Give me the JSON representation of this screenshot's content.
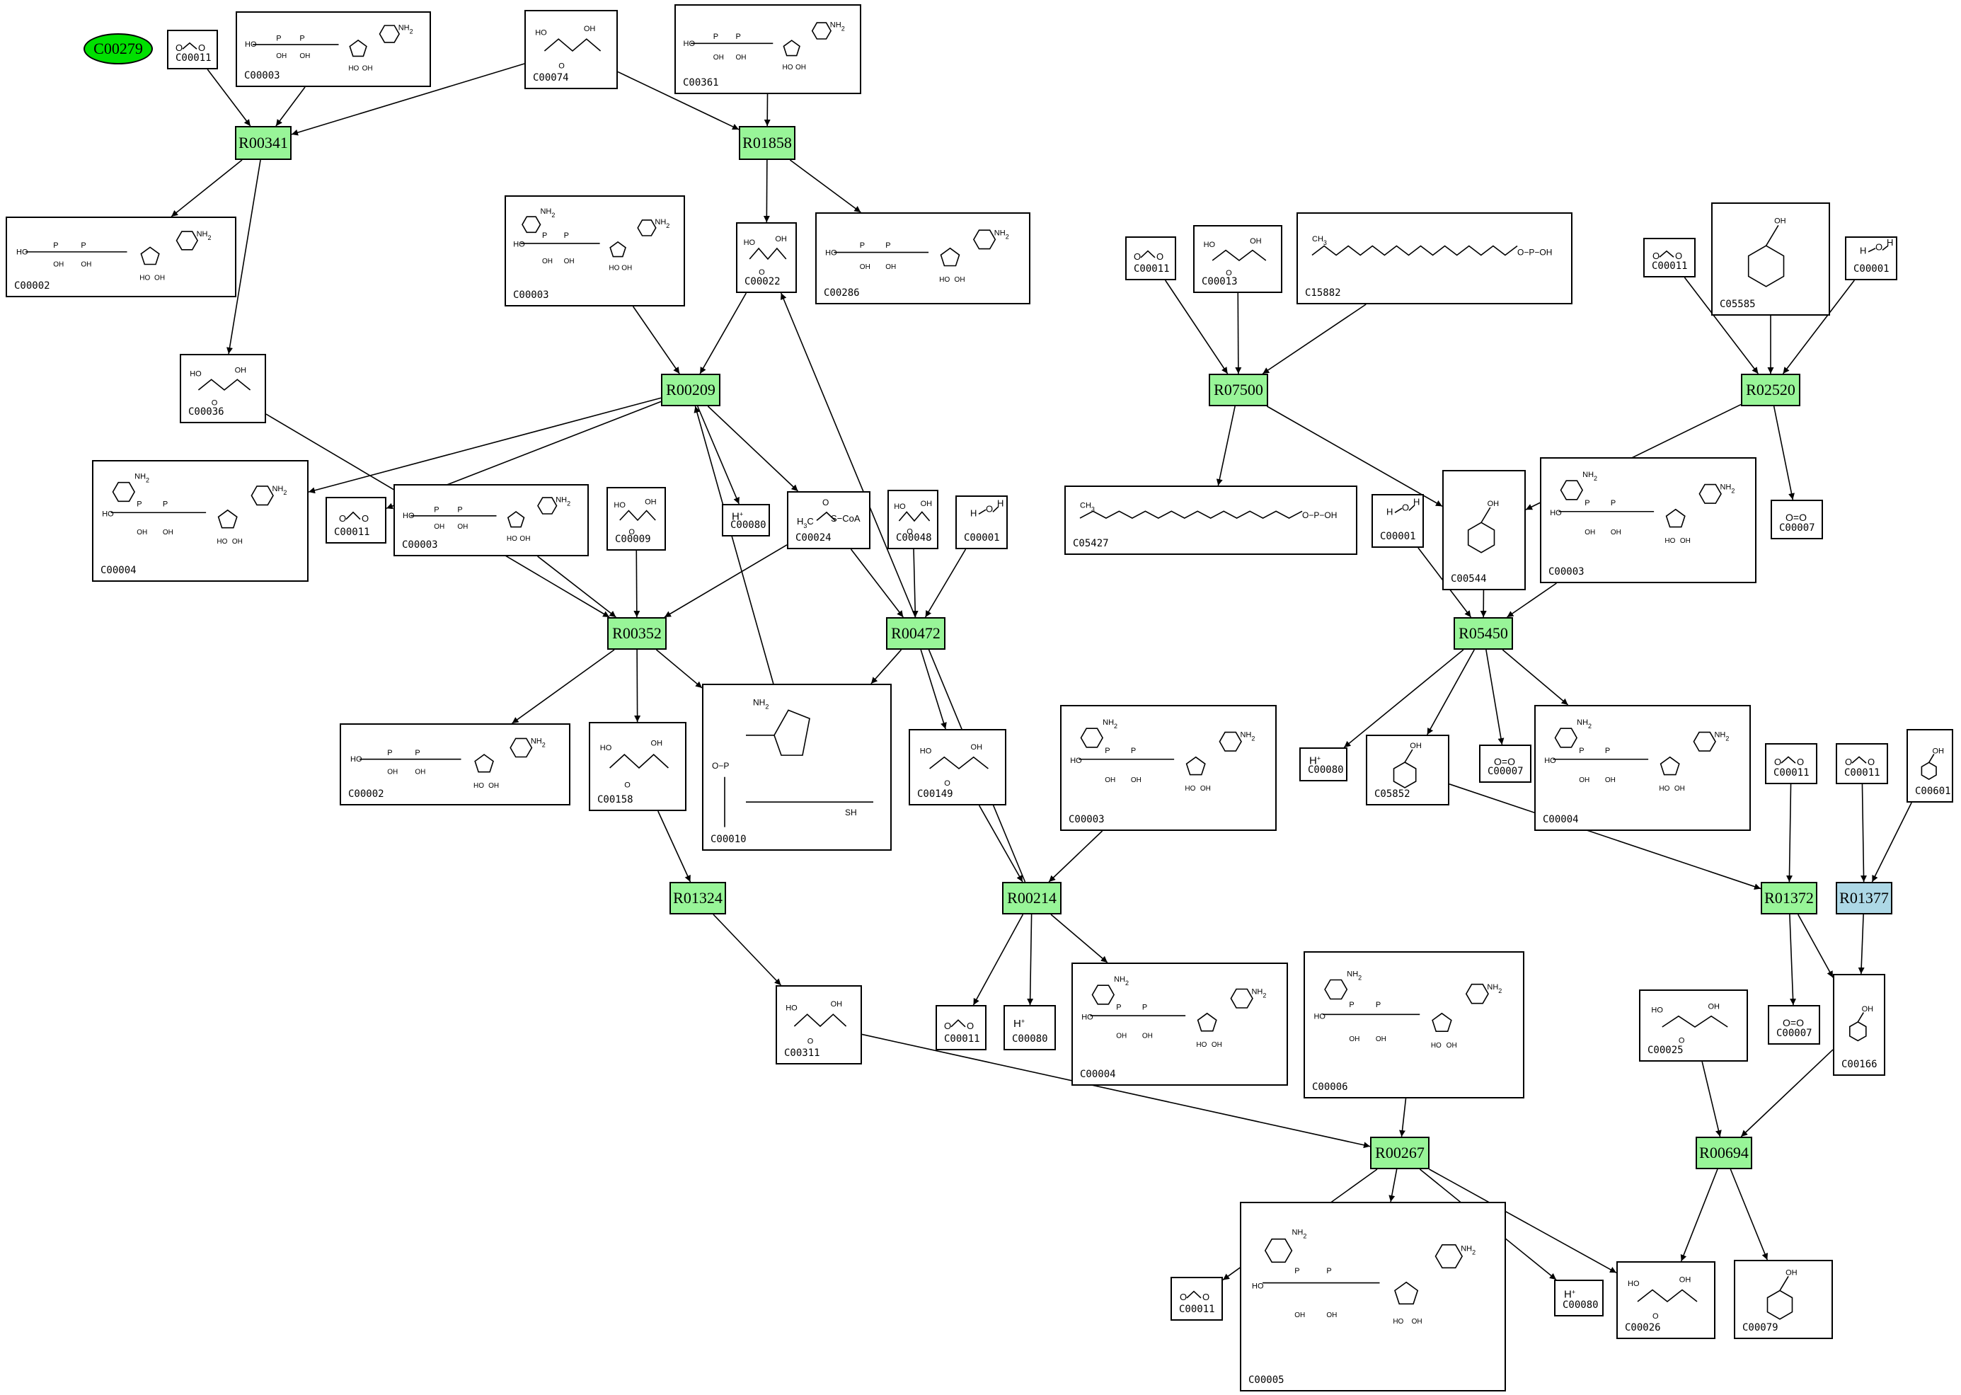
{
  "colors": {
    "reaction": "#98f598",
    "reaction_alt": "#add8e6",
    "highlight": "#00e000",
    "stroke": "#000000"
  },
  "highlight_node": {
    "id": "C00279"
  },
  "reactions": [
    {
      "id": "R00341",
      "alt": false
    },
    {
      "id": "R01858",
      "alt": false
    },
    {
      "id": "R00209",
      "alt": false
    },
    {
      "id": "R00352",
      "alt": false
    },
    {
      "id": "R00472",
      "alt": false
    },
    {
      "id": "R01324",
      "alt": false
    },
    {
      "id": "R00214",
      "alt": false
    },
    {
      "id": "R00267",
      "alt": false
    },
    {
      "id": "R07500",
      "alt": false
    },
    {
      "id": "R02520",
      "alt": false
    },
    {
      "id": "R05450",
      "alt": false
    },
    {
      "id": "R01372",
      "alt": false
    },
    {
      "id": "R01377",
      "alt": true
    },
    {
      "id": "R00694",
      "alt": false
    }
  ],
  "compounds": [
    {
      "key": "c1",
      "id": "C00011",
      "mol": "co2"
    },
    {
      "key": "c2",
      "id": "C00003",
      "mol": "nuc"
    },
    {
      "key": "c3",
      "id": "C00074",
      "mol": "small"
    },
    {
      "key": "c4",
      "id": "C00361",
      "mol": "nuc"
    },
    {
      "key": "c5",
      "id": "C00002",
      "mol": "nuc"
    },
    {
      "key": "c6",
      "id": "C00036",
      "mol": "small"
    },
    {
      "key": "c7",
      "id": "C00003",
      "mol": "nad"
    },
    {
      "key": "c8",
      "id": "C00022",
      "mol": "small"
    },
    {
      "key": "c9",
      "id": "C00286",
      "mol": "nuc"
    },
    {
      "key": "c10",
      "id": "C00011",
      "mol": "co2"
    },
    {
      "key": "c11",
      "id": "C00013",
      "mol": "small"
    },
    {
      "key": "c12",
      "id": "C15882",
      "mol": "chain"
    },
    {
      "key": "c13",
      "id": "C00011",
      "mol": "co2"
    },
    {
      "key": "c14",
      "id": "C05585",
      "mol": "ring"
    },
    {
      "key": "c15",
      "id": "C00001",
      "mol": "water"
    },
    {
      "key": "c16",
      "id": "C00004",
      "mol": "nad"
    },
    {
      "key": "c17",
      "id": "C00011",
      "mol": "co2"
    },
    {
      "key": "c18",
      "id": "C00003",
      "mol": "nuc"
    },
    {
      "key": "c19",
      "id": "C00009",
      "mol": "small"
    },
    {
      "key": "c20",
      "id": "C00080",
      "mol": "proton"
    },
    {
      "key": "c21",
      "id": "C00024",
      "mol": "acoa"
    },
    {
      "key": "c22",
      "id": "C00048",
      "mol": "small"
    },
    {
      "key": "c23",
      "id": "C00001",
      "mol": "water"
    },
    {
      "key": "c24",
      "id": "C05427",
      "mol": "chain"
    },
    {
      "key": "c25",
      "id": "C00544",
      "mol": "ring"
    },
    {
      "key": "c26",
      "id": "C00003",
      "mol": "nad"
    },
    {
      "key": "c27",
      "id": "C00007",
      "mol": "o2"
    },
    {
      "key": "c28",
      "id": "C00001",
      "mol": "water"
    },
    {
      "key": "c29",
      "id": "C00002",
      "mol": "nuc"
    },
    {
      "key": "c30",
      "id": "C00158",
      "mol": "small"
    },
    {
      "key": "c31",
      "id": "C00010",
      "mol": "coa"
    },
    {
      "key": "c32",
      "id": "C00149",
      "mol": "small"
    },
    {
      "key": "c33",
      "id": "C00003",
      "mol": "nad"
    },
    {
      "key": "c34",
      "id": "C00080",
      "mol": "proton"
    },
    {
      "key": "c35",
      "id": "C05852",
      "mol": "ring"
    },
    {
      "key": "c36",
      "id": "C00007",
      "mol": "o2"
    },
    {
      "key": "c37",
      "id": "C00004",
      "mol": "nad"
    },
    {
      "key": "c38",
      "id": "C00011",
      "mol": "co2"
    },
    {
      "key": "c39",
      "id": "C00011",
      "mol": "co2"
    },
    {
      "key": "c40",
      "id": "C00601",
      "mol": "ring"
    },
    {
      "key": "c41",
      "id": "C00311",
      "mol": "small"
    },
    {
      "key": "c42",
      "id": "C00011",
      "mol": "co2"
    },
    {
      "key": "c43",
      "id": "C00080",
      "mol": "proton"
    },
    {
      "key": "c44",
      "id": "C00004",
      "mol": "nad"
    },
    {
      "key": "c45",
      "id": "C00006",
      "mol": "nadp"
    },
    {
      "key": "c46",
      "id": "C00025",
      "mol": "small"
    },
    {
      "key": "c47",
      "id": "C00007",
      "mol": "o2"
    },
    {
      "key": "c48",
      "id": "C00166",
      "mol": "ring"
    },
    {
      "key": "c49",
      "id": "C00011",
      "mol": "co2"
    },
    {
      "key": "c50",
      "id": "C00005",
      "mol": "nadp"
    },
    {
      "key": "c51",
      "id": "C00080",
      "mol": "proton"
    },
    {
      "key": "c52",
      "id": "C00026",
      "mol": "small"
    },
    {
      "key": "c53",
      "id": "C00079",
      "mol": "ring"
    }
  ],
  "edges": [
    [
      "c1",
      "R00341"
    ],
    [
      "c2",
      "R00341"
    ],
    [
      "c3",
      "R00341"
    ],
    [
      "R00341",
      "c5"
    ],
    [
      "R00341",
      "c6"
    ],
    [
      "c3",
      "R01858"
    ],
    [
      "c4",
      "R01858"
    ],
    [
      "R01858",
      "c8"
    ],
    [
      "R01858",
      "c9"
    ],
    [
      "c7",
      "R00209"
    ],
    [
      "c8",
      "R00209"
    ],
    [
      "R00209",
      "c16"
    ],
    [
      "R00209",
      "c17"
    ],
    [
      "R00209",
      "c20"
    ],
    [
      "R00209",
      "c21"
    ],
    [
      "c6",
      "R00352"
    ],
    [
      "c18",
      "R00352"
    ],
    [
      "c19",
      "R00352"
    ],
    [
      "c21",
      "R00352"
    ],
    [
      "R00352",
      "c29"
    ],
    [
      "R00352",
      "c30"
    ],
    [
      "R00352",
      "c31"
    ],
    [
      "c31",
      "R00209"
    ],
    [
      "c21",
      "R00472"
    ],
    [
      "c22",
      "R00472"
    ],
    [
      "c23",
      "R00472"
    ],
    [
      "R00472",
      "c31"
    ],
    [
      "R00472",
      "c32"
    ],
    [
      "c30",
      "R01324"
    ],
    [
      "R01324",
      "c41"
    ],
    [
      "c32",
      "R00214"
    ],
    [
      "c33",
      "R00214"
    ],
    [
      "R00214",
      "c42"
    ],
    [
      "R00214",
      "c43"
    ],
    [
      "R00214",
      "c44"
    ],
    [
      "R00214",
      "c8"
    ],
    [
      "c41",
      "R00267"
    ],
    [
      "c45",
      "R00267"
    ],
    [
      "R00267",
      "c49"
    ],
    [
      "R00267",
      "c50"
    ],
    [
      "R00267",
      "c51"
    ],
    [
      "R00267",
      "c52"
    ],
    [
      "c10",
      "R07500"
    ],
    [
      "c11",
      "R07500"
    ],
    [
      "c12",
      "R07500"
    ],
    [
      "R07500",
      "c24"
    ],
    [
      "R07500",
      "c25"
    ],
    [
      "c13",
      "R02520"
    ],
    [
      "c14",
      "R02520"
    ],
    [
      "c15",
      "R02520"
    ],
    [
      "R02520",
      "c25"
    ],
    [
      "R02520",
      "c27"
    ],
    [
      "c25",
      "R05450"
    ],
    [
      "c26",
      "R05450"
    ],
    [
      "c28",
      "R05450"
    ],
    [
      "R05450",
      "c34"
    ],
    [
      "R05450",
      "c35"
    ],
    [
      "R05450",
      "c36"
    ],
    [
      "R05450",
      "c37"
    ],
    [
      "c35",
      "R01372"
    ],
    [
      "c38",
      "R01372"
    ],
    [
      "R01372",
      "c47"
    ],
    [
      "R01372",
      "c48"
    ],
    [
      "c39",
      "R01377"
    ],
    [
      "c40",
      "R01377"
    ],
    [
      "R01377",
      "c48"
    ],
    [
      "c46",
      "R00694"
    ],
    [
      "c48",
      "R00694"
    ],
    [
      "R00694",
      "c52"
    ],
    [
      "R00694",
      "c53"
    ]
  ]
}
